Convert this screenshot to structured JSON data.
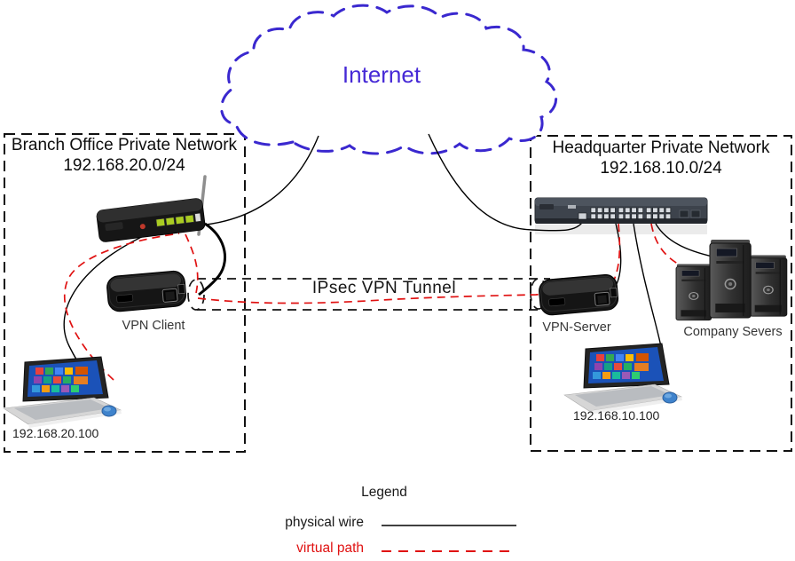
{
  "internet": {
    "label": "Internet"
  },
  "tunnel": {
    "label": "IPsec VPN Tunnel"
  },
  "branch": {
    "title": "Branch Office Private Network",
    "subnet": "192.168.20.0/24",
    "vpn_client": "VPN Client",
    "laptop_ip": "192.168.20.100"
  },
  "headquarter": {
    "title": "Headquarter Private Network",
    "subnet": "192.168.10.0/24",
    "vpn_server": "VPN-Server",
    "servers": "Company Severs",
    "laptop_ip": "192.168.10.100"
  },
  "legend": {
    "title": "Legend",
    "physical": "physical wire",
    "virtual": "virtual path"
  },
  "colors": {
    "cloud_stroke": "#3a28cf",
    "internet_text": "#4629d6",
    "virtual_path_red": "#e01111",
    "physical_wire": "#000000",
    "box_border": "#111111"
  }
}
